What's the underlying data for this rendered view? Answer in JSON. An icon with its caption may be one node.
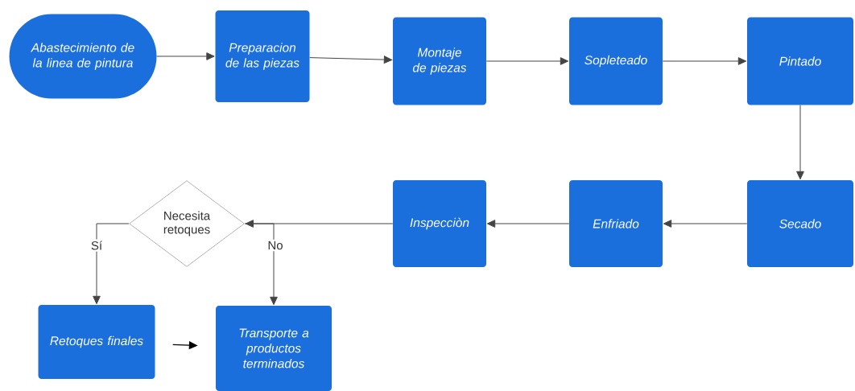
{
  "diagram": {
    "nodes": [
      {
        "text": [
          "Abastecimiento de la linea de pintura"
        ]
      },
      {
        "text": [
          "Preparacion de las piezas"
        ]
      },
      {
        "text": [
          "Montaje de piezas"
        ]
      },
      {
        "text": [
          "Sopleteado"
        ]
      },
      {
        "text": [
          "Pintado"
        ]
      },
      {
        "text": [
          "Secado"
        ]
      },
      {
        "text": [
          "Enfriado"
        ]
      },
      {
        "text": [
          "Inspecciòn"
        ]
      },
      {
        "text": [
          "Necesita retoques"
        ]
      },
      {
        "text": [
          "Retoques finales"
        ]
      },
      {
        "text": [
          "Transporte a productos terminados"
        ]
      }
    ],
    "edges": [
      {
        "from": 0,
        "to": 1,
        "arrow": "to"
      },
      {
        "from": 1,
        "to": 2,
        "arrow": "to"
      },
      {
        "from": 2,
        "to": 3,
        "arrow": "to"
      },
      {
        "from": 3,
        "to": 4,
        "arrow": "to"
      },
      {
        "from": 4,
        "to": 5,
        "arrow": "to"
      },
      {
        "from": 5,
        "to": 6,
        "arrow": "to"
      },
      {
        "from": 6,
        "to": 7,
        "arrow": "to"
      },
      {
        "from": 7,
        "to": 8,
        "arrow": "to"
      },
      {
        "from": 8,
        "to": 9,
        "arrow": "to",
        "label": "Sí"
      },
      {
        "from": 8,
        "to": 10,
        "arrow": "to",
        "label": "No"
      },
      {
        "from": 9,
        "to": 10,
        "arrow": "to",
        "color": "#000000"
      }
    ]
  }
}
